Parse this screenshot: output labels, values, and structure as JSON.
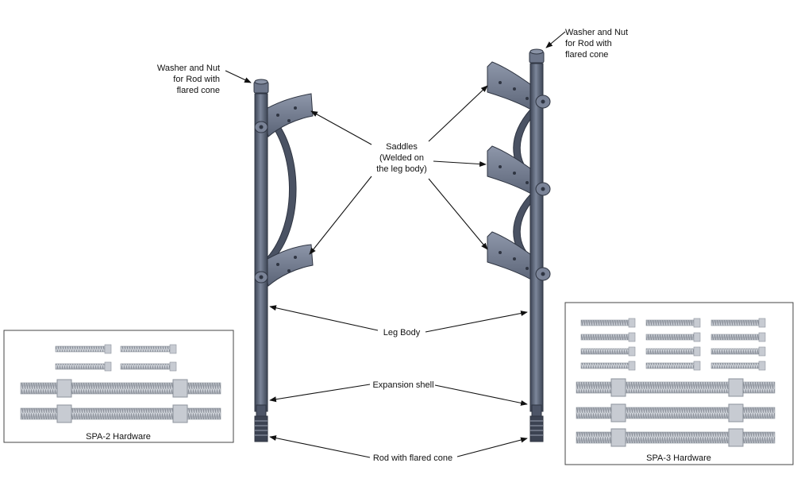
{
  "labels": {
    "washer_left": [
      "Washer and Nut",
      "for Rod with",
      "flared cone"
    ],
    "washer_right": [
      "Washer and Nut",
      "for Rod with",
      "flared cone"
    ],
    "saddles": [
      "Saddles",
      "(Welded on",
      "the leg body)"
    ],
    "leg_body": "Leg Body",
    "expansion_shell": "Expansion shell",
    "rod_flared_cone": "Rod with flared cone"
  },
  "boxes": {
    "spa2_caption": "SPA-2 Hardware",
    "spa3_caption": "SPA-3 Hardware"
  },
  "colors": {
    "leg": "#5f6a7e",
    "leg_dark": "#3f4757",
    "leg_light": "#8a93a6",
    "saddle": "#6e778a",
    "hardware": "#b9bec6",
    "hardware_dark": "#8d939c"
  }
}
